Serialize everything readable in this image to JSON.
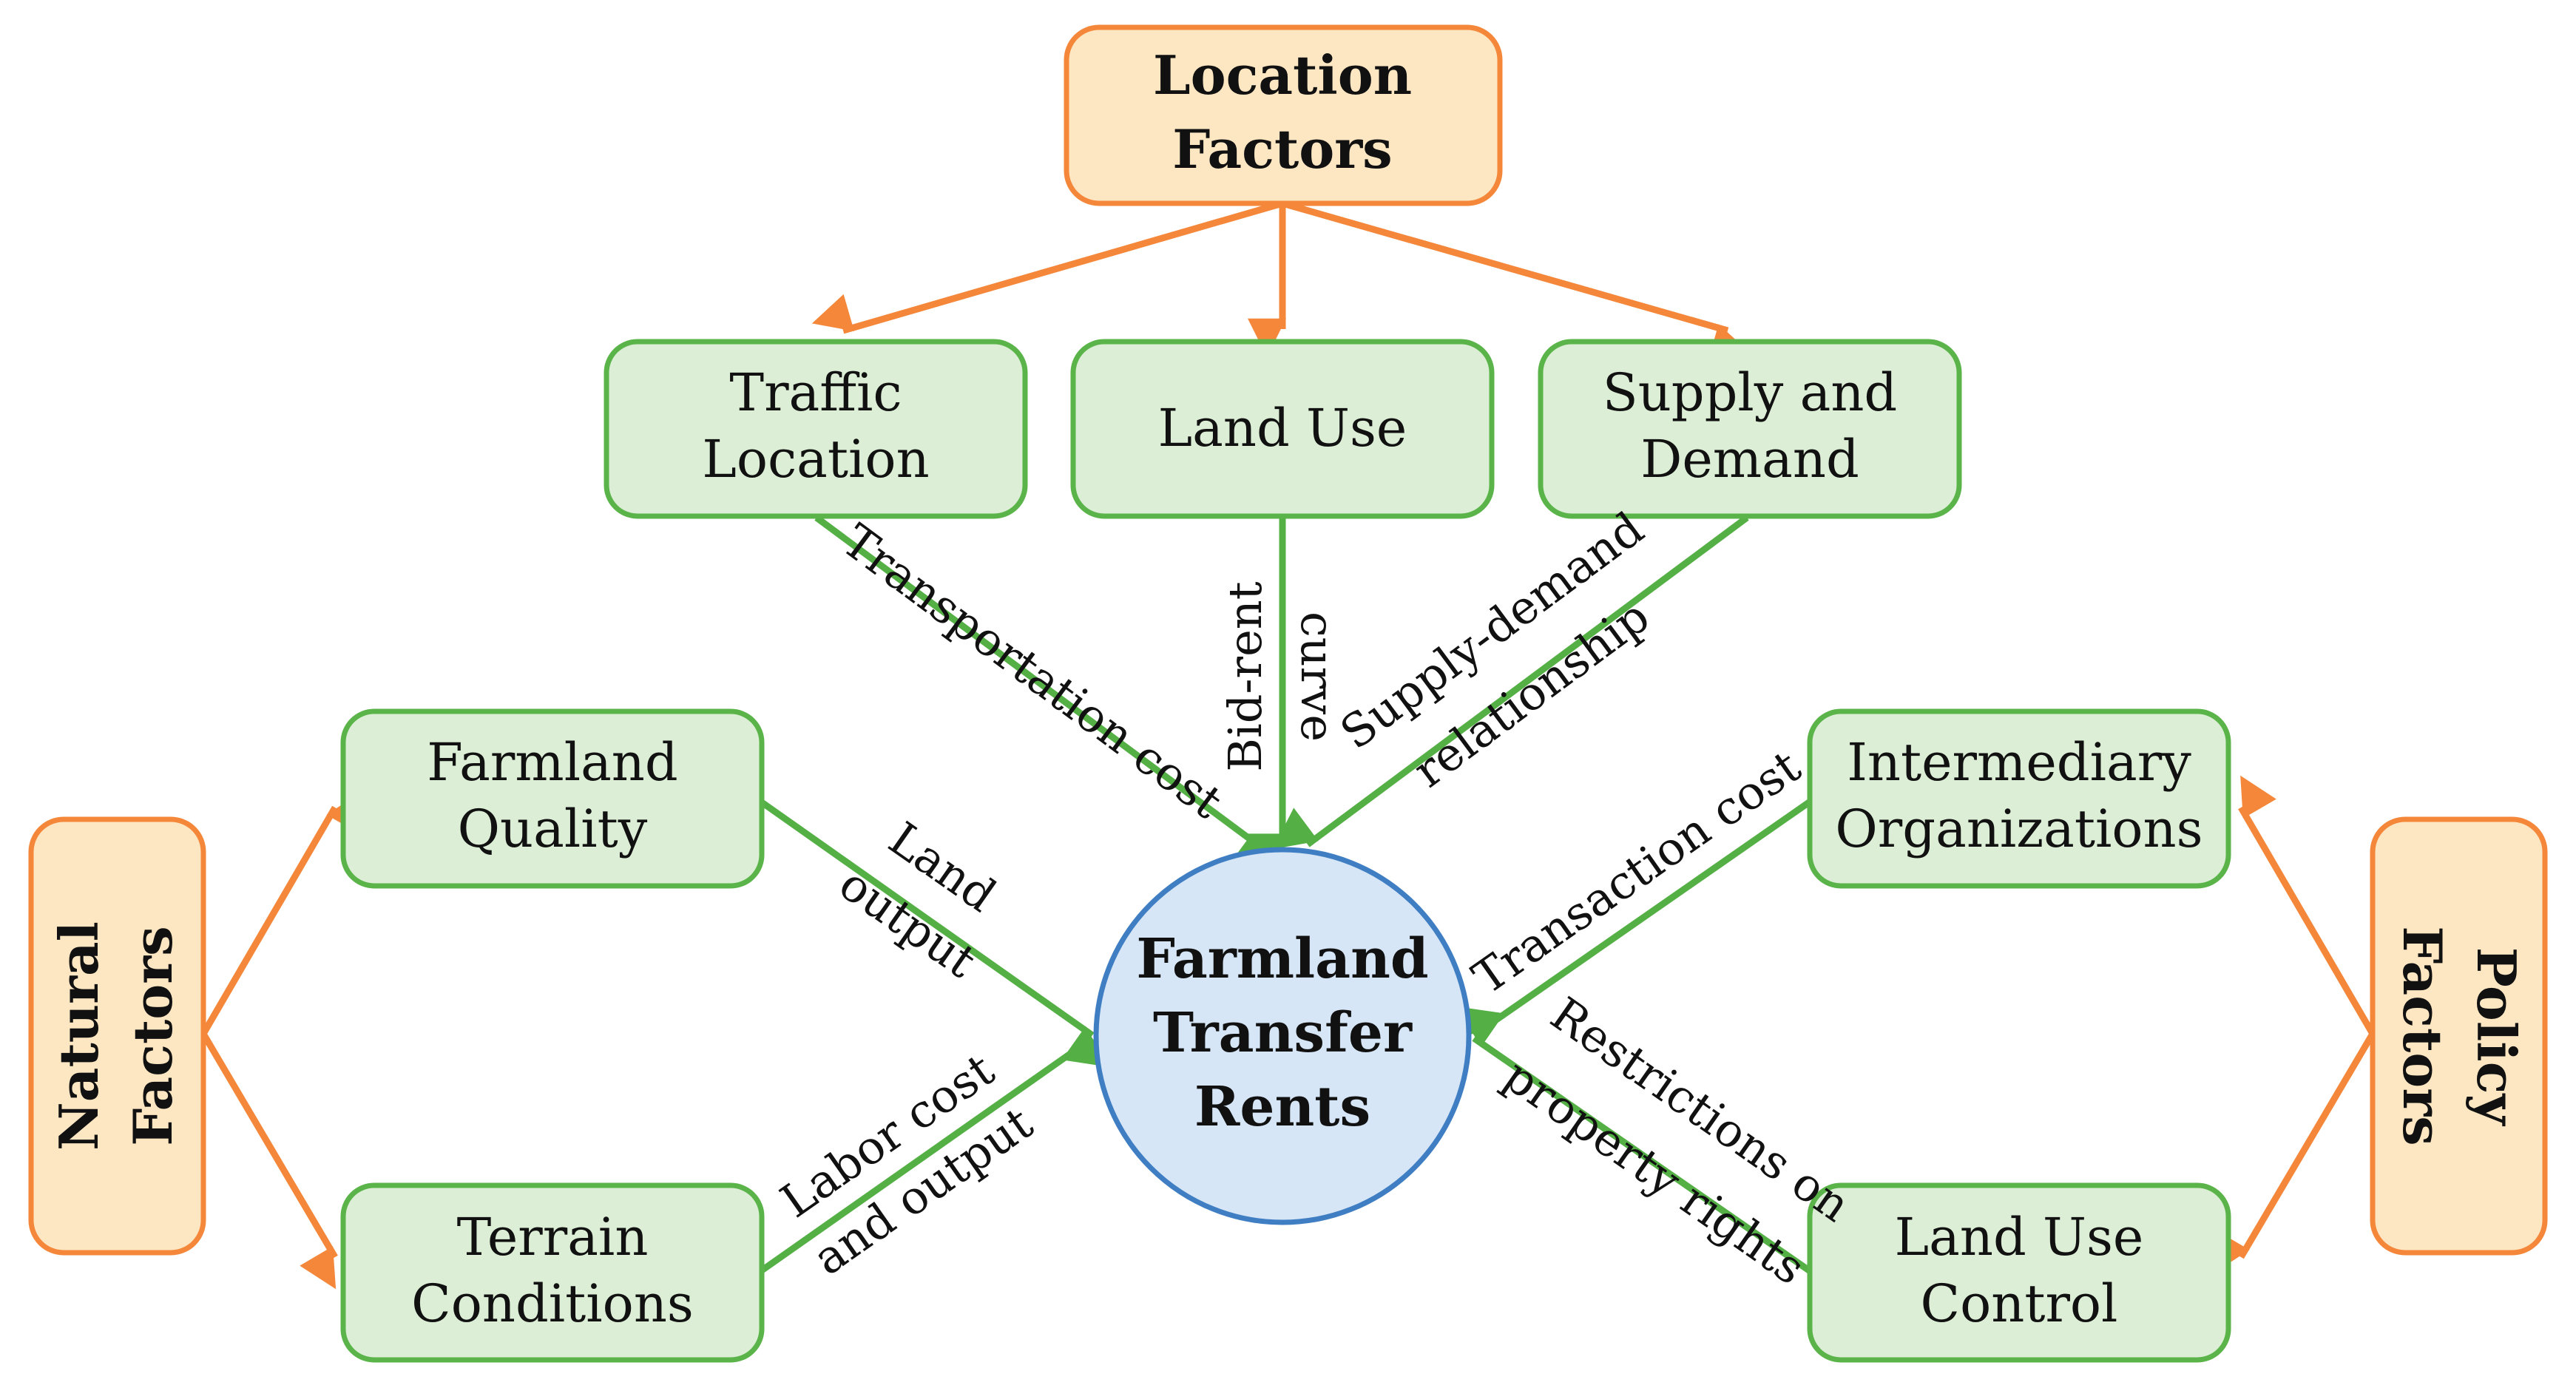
{
  "colors": {
    "orange_stroke": "#f4873a",
    "orange_fill": "#fde7c3",
    "green_stroke": "#5bb44a",
    "green_fill": "#dcefd6",
    "blue_stroke": "#3f7ec3",
    "blue_fill": "#d6e6f6",
    "arrow_orange": "#f4873a",
    "arrow_green": "#54b045"
  },
  "center": {
    "line1": "Farmland",
    "line2": "Transfer",
    "line3": "Rents"
  },
  "location": {
    "title_line1": "Location",
    "title_line2": "Factors",
    "traffic_line1": "Traffic",
    "traffic_line2": "Location",
    "land_use": "Land Use",
    "supply_line1": "Supply and",
    "supply_line2": "Demand"
  },
  "natural": {
    "title_line1": "Natural",
    "title_line2": "Factors",
    "quality_line1": "Farmland",
    "quality_line2": "Quality",
    "terrain_line1": "Terrain",
    "terrain_line2": "Conditions"
  },
  "policy": {
    "title_line1": "Policy",
    "title_line2": "Factors",
    "intermediary_line1": "Intermediary",
    "intermediary_line2": "Organizations",
    "control_line1": "Land Use",
    "control_line2": "Control"
  },
  "edge_labels": {
    "transportation": "Transportation cost",
    "bid_rent_1": "Bid-rent",
    "bid_rent_2": "curve",
    "supply_demand_1": "Supply-demand",
    "supply_demand_2": "relationship",
    "land_output_1": "Land",
    "land_output_2": "output",
    "labor_1": "Labor cost",
    "labor_2": "and output",
    "transaction": "Transaction cost",
    "restrictions_1": "Restrictions on",
    "restrictions_2": "property rights"
  }
}
